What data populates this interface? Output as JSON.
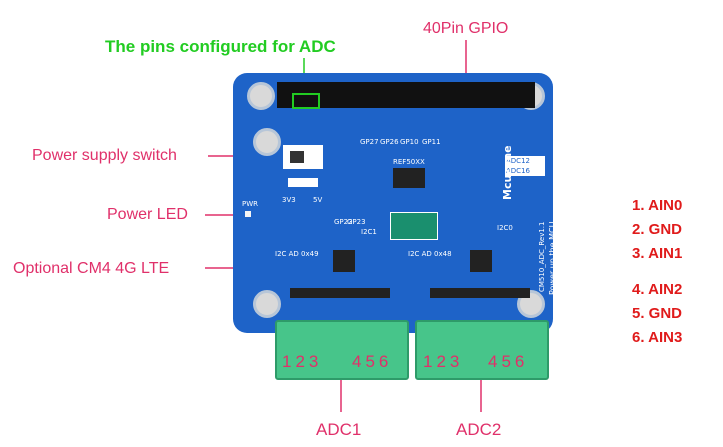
{
  "callouts": {
    "gpio": "40Pin GPIO",
    "adc_pins": "The pins configured for ADC",
    "power_switch": "Power supply switch",
    "power_led": "Power LED",
    "cm4_lte": "Optional CM4 4G LTE"
  },
  "adc_labels": {
    "adc1": "ADC1",
    "adc2": "ADC2"
  },
  "terminal_numbers": {
    "a": "123",
    "b": "456",
    "c": "123",
    "d": "456"
  },
  "pin_list": [
    "1. AIN0",
    "2. GND",
    "3. AIN1",
    "4. AIN2",
    "5. GND",
    "6. AIN3"
  ],
  "board_silk": {
    "brand": "Mcuzone",
    "tagline": "Power up the MCU",
    "model": "CM510_ADC_Rev1.1",
    "ref": "REF50XX",
    "adc12": "ADC12",
    "adc16": "ADC16",
    "pwr": "PWR",
    "v33": "3V3",
    "v5": "5V",
    "i2c_49": "I2C AD 0x49",
    "i2c_48": "I2C AD 0x48",
    "i2c1": "I2C1",
    "i2c0": "I2C0",
    "gp27": "GP27",
    "gp26": "GP26",
    "gp10": "GP10",
    "gp11": "GP11",
    "gp22": "GP22",
    "gp23": "GP23"
  },
  "colors": {
    "board": "#1e63c8",
    "callout": "#e0306a",
    "adc_note": "#22cc22",
    "pins": "#e01b1b",
    "terminal": "#47c58a"
  }
}
